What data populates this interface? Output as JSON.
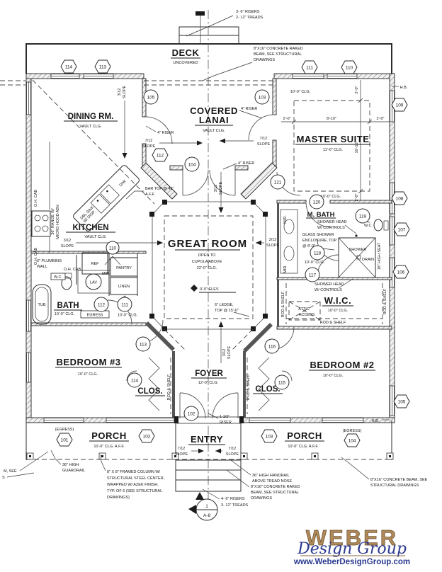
{
  "plan": {
    "rooms": {
      "deck": "DECK",
      "deck_sub": "UNCOVERED",
      "dining": "DINING RM.",
      "vault": "VAULT CLG.",
      "lanai1": "COVERED",
      "lanai2": "LANAI",
      "master": "MASTER SUITE",
      "master_clg": "11'-0\" CLG.",
      "kitchen": "KITCHEN",
      "great": "GREAT ROOM",
      "great1": "OPEN TO",
      "great2": "CUPOLA ABOVE",
      "great3": "22'-0\" CLG.",
      "mbath": "M. BATH",
      "wic": "W.I.C.",
      "bath": "BATH",
      "bed3": "BEDROOM #3",
      "bed2": "BEDROOM #2",
      "foyer": "FOYER",
      "foyer_clg": "12'-0\" CLG.",
      "clos": "CLOS.",
      "entry": "ENTRY",
      "porch": "PORCH",
      "clg10": "10'-0\" CLG.",
      "porch_clg": "10'-0\" CLG. A.F.F.",
      "egress": "(EGRESS)",
      "egress_box": "EGRESS"
    },
    "fixtures": {
      "tub": "TUB",
      "wc": "W.C.",
      "lav": "LAV",
      "mir": "MIR.",
      "ref": "REF",
      "pantry": "PANTRY",
      "linen": "LINEN",
      "shower": "SHOWER",
      "drain": "DRAIN",
      "seat": "18\" HIGH SEAT",
      "rod": "ROD & SHELF",
      "attic1": "ATTIC",
      "attic2": "ACCESS",
      "hb": "H.B.",
      "dbl1": "DBL SINK",
      "dbl2": "W/ DISP.",
      "dw": "D/W",
      "ohcab": "O.H. CAB",
      "range1": "36\" RANGE W/",
      "range2": "MICRO HOOD ABV."
    },
    "notes": {
      "r_top1": "3- 6\" RISERS",
      "r_top2": "2- 12\" TREADS",
      "beam1": "8\"X16\" CONCRETE RAKED",
      "beam2": "BEAM, SEE STRUCTURAL",
      "beam3": "DRAWINGS",
      "beam_r1": "8\"X16\" CONCRETE BEAM, SEE",
      "beam_r2": "STRUCTURAL DRAWINGS",
      "bar1": "BAR TOP @ 42\"",
      "bar2": "A.F.F.",
      "plumb1": "6\" PLUMBING",
      "plumb2": "WALL",
      "elev": "0'-0\" ELEV.",
      "ledge1": "6\" LEDGE,",
      "ledge2": "TOP @ 15'-0\"",
      "sh1": "SHOWER HEAD",
      "sh2": "W/ CONTROLS",
      "glass1": "GLASS SHOWER",
      "glass2": "ENCLOSURE, TOP",
      "glass3": "@ 8'-0\"",
      "riser4": "4\" RISER",
      "riser15a": "1 1/2\"",
      "riser15b": "RISER",
      "guard1": "36\" HIGH",
      "guard2": "GUARDRAIL",
      "col1": "8\" X 8\" FRAMED COLUMN W/",
      "col2": "STRUCTURAL STEEL CENTER,",
      "col3": "WRAPPED W/ AZEK FINISH,",
      "col4": "TYP. OF 6 (SEE STRUCTURAL",
      "col5": "DRAWINGS)",
      "hand1": "36\" HIGH HANDRAIL",
      "hand2": "ABOVE TREAD NOSE",
      "r_bot1": "4- 6\" RISERS",
      "r_bot2": "3- 12\" TREADS",
      "cut1": "M, SEE",
      "cut2": "S"
    },
    "slopes": {
      "s312": "3/12",
      "s712": "7/12",
      "slope": "SLOPE"
    },
    "dims": {
      "d20": "2'-0\"",
      "d810": "8'-10\"",
      "d1010": "10'-10\""
    },
    "section": {
      "num": "1",
      "sheet": "A-8"
    },
    "tags": {
      "d102": "102",
      "d103": "103",
      "d104": "104",
      "d105": "105",
      "d110": "110",
      "d111": "111",
      "d112": "112",
      "d113": "113",
      "d114": "114",
      "d115": "115",
      "d116": "116",
      "d117": "117",
      "d118": "118",
      "d119": "119",
      "d120": "120",
      "d121": "121",
      "w101": "101",
      "w102": "102",
      "w103": "103",
      "w104": "104",
      "w105": "105",
      "w106": "106",
      "w107": "107",
      "w108": "108",
      "w109": "109",
      "w110": "110",
      "w111": "111",
      "w112": "112",
      "w113": "113",
      "w114": "114"
    }
  },
  "logo": {
    "name": "WEBER",
    "script": "Design Group",
    "url": "www.WeberDesignGroup.com"
  }
}
